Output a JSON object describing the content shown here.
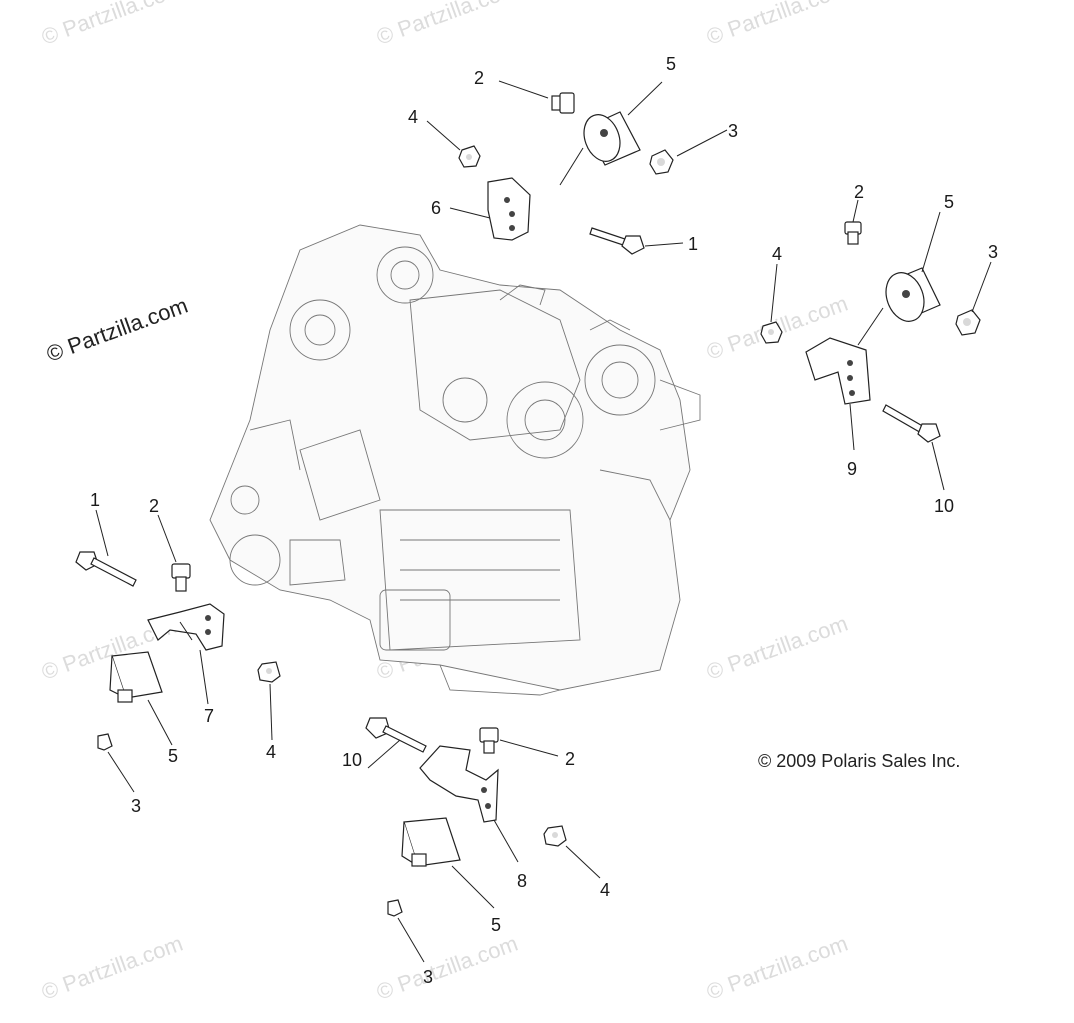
{
  "watermark": {
    "text": "© Partzilla.com",
    "main_text": "© Partzilla.com"
  },
  "copyright": "© 2009 Polaris Sales Inc.",
  "callouts": {
    "top_2": "2",
    "top_5": "5",
    "top_4": "4",
    "top_3": "3",
    "top_6": "6",
    "top_1": "1",
    "right_2": "2",
    "right_5": "5",
    "right_4": "4",
    "right_3": "3",
    "right_9": "9",
    "right_10": "10",
    "left_1": "1",
    "left_2": "2",
    "left_7": "7",
    "left_5": "5",
    "left_4": "4",
    "left_3": "3",
    "bot_10": "10",
    "bot_2": "2",
    "bot_8": "8",
    "bot_4": "4",
    "bot_5": "5",
    "bot_3": "3"
  }
}
